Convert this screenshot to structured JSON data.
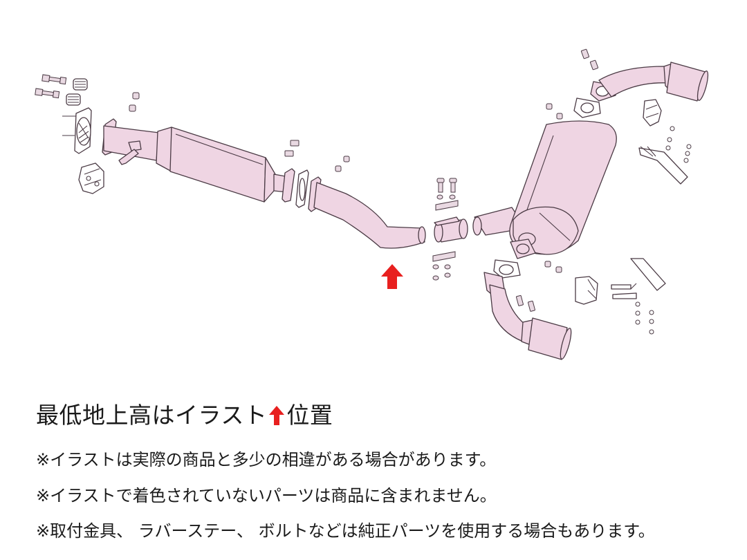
{
  "colors": {
    "part_fill": "#efd5e3",
    "outline": "#4a3a44",
    "uncolored_fill": "#ffffff",
    "arrow": "#e8201f",
    "text": "#1a1a1a"
  },
  "diagram": {
    "title": "Exhaust system exploded view",
    "parts": [
      {
        "name": "front-pipe-with-catalyzer",
        "colored": true
      },
      {
        "name": "intermediate-bent-pipe",
        "colored": true
      },
      {
        "name": "pipe-clamp",
        "colored": true
      },
      {
        "name": "rear-muffler",
        "colored": true
      },
      {
        "name": "upper-tail-pipe-with-tip",
        "colored": true
      },
      {
        "name": "lower-tail-pipe-with-tip",
        "colored": true
      },
      {
        "name": "gaskets",
        "colored": false
      },
      {
        "name": "rubber-hangers",
        "colored": false
      },
      {
        "name": "hanger-brackets",
        "colored": false
      },
      {
        "name": "bolts-springs-nuts",
        "colored": false
      }
    ],
    "marker": {
      "label": "minimum-ground-clearance-arrow",
      "icon": "red-up-arrow"
    }
  },
  "captions": {
    "headline_before": "最低地上高はイラスト",
    "headline_after": "位置",
    "notes": [
      "※イラストは実際の商品と多少の相違がある場合があります。",
      "※イラストで着色されていないパーツは商品に含まれません。",
      "※取付金具、 ラバーステー、 ボルトなどは純正パーツを使用する場合もあります。"
    ]
  }
}
